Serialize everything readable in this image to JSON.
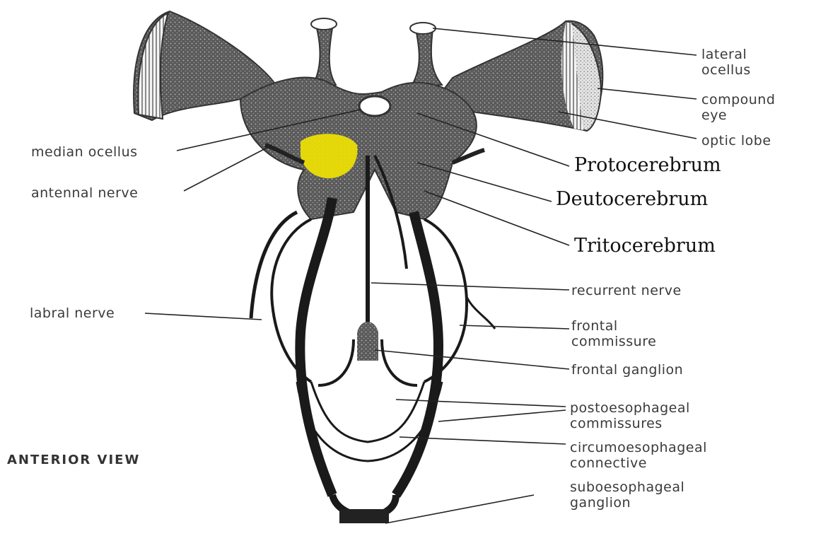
{
  "labels": {
    "lateral_ocellus": [
      "lateral",
      "ocellus"
    ],
    "compound_eye": [
      "compound",
      "eye"
    ],
    "optic_lobe": "optic lobe",
    "median_ocellus": "median ocellus",
    "antennal_nerve": "antennal nerve",
    "protocerebrum": "Protocerebrum",
    "deutocerebrum": "Deutocerebrum",
    "tritocerebrum": "Tritocerebrum",
    "recurrent_nerve": "recurrent nerve",
    "labral_nerve": "labral nerve",
    "frontal_commissure": [
      "frontal",
      "commissure"
    ],
    "frontal_ganglion": "frontal ganglion",
    "postoesophageal_commissures": [
      "postoesophageal",
      "commissures"
    ],
    "circumoesophageal_connective": [
      "circumoesophageal",
      "connective"
    ],
    "suboesophageal_ganglion": [
      "suboesophageal",
      "ganglion"
    ],
    "view": "ANTERIOR VIEW"
  },
  "colors": {
    "tissue": "#4a4a4a",
    "eye_stipple": "#bdbdbd",
    "highlight": "#f2e400",
    "line": "#222222"
  }
}
